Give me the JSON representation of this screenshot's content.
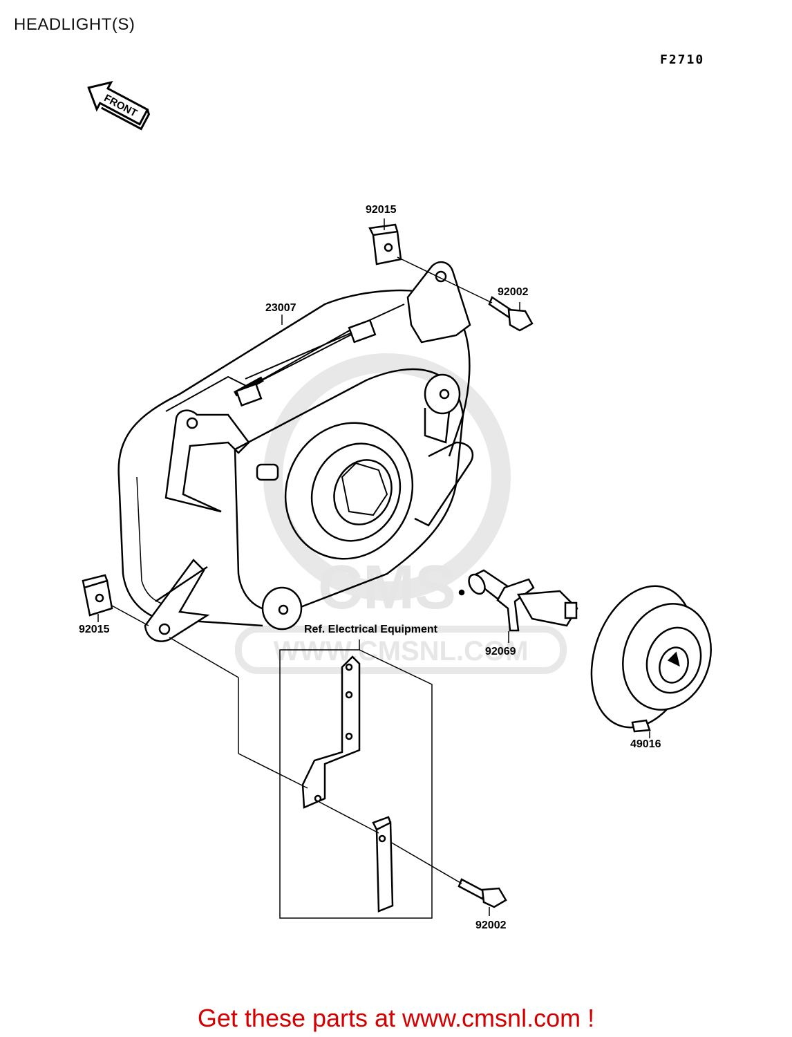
{
  "title": "HEADLIGHT(S)",
  "figure_code": "F2710",
  "front_label": "FRONT",
  "watermark": {
    "logo_text": "CMS",
    "url_text": "WWW.CMSNL.COM"
  },
  "parts": [
    {
      "id": "part-23007",
      "number": "23007"
    },
    {
      "id": "part-92015-top",
      "number": "92015"
    },
    {
      "id": "part-92002-top",
      "number": "92002"
    },
    {
      "id": "part-92015-left",
      "number": "92015"
    },
    {
      "id": "part-92069",
      "number": "92069"
    },
    {
      "id": "part-49016",
      "number": "49016"
    },
    {
      "id": "part-92002-bottom",
      "number": "92002"
    }
  ],
  "reference_note": "Ref. Electrical Equipment",
  "footer": "Get these parts at www.cmsnl.com !",
  "colors": {
    "footer": "#d40000",
    "line": "#000000",
    "watermark": "#e6e6e6"
  }
}
